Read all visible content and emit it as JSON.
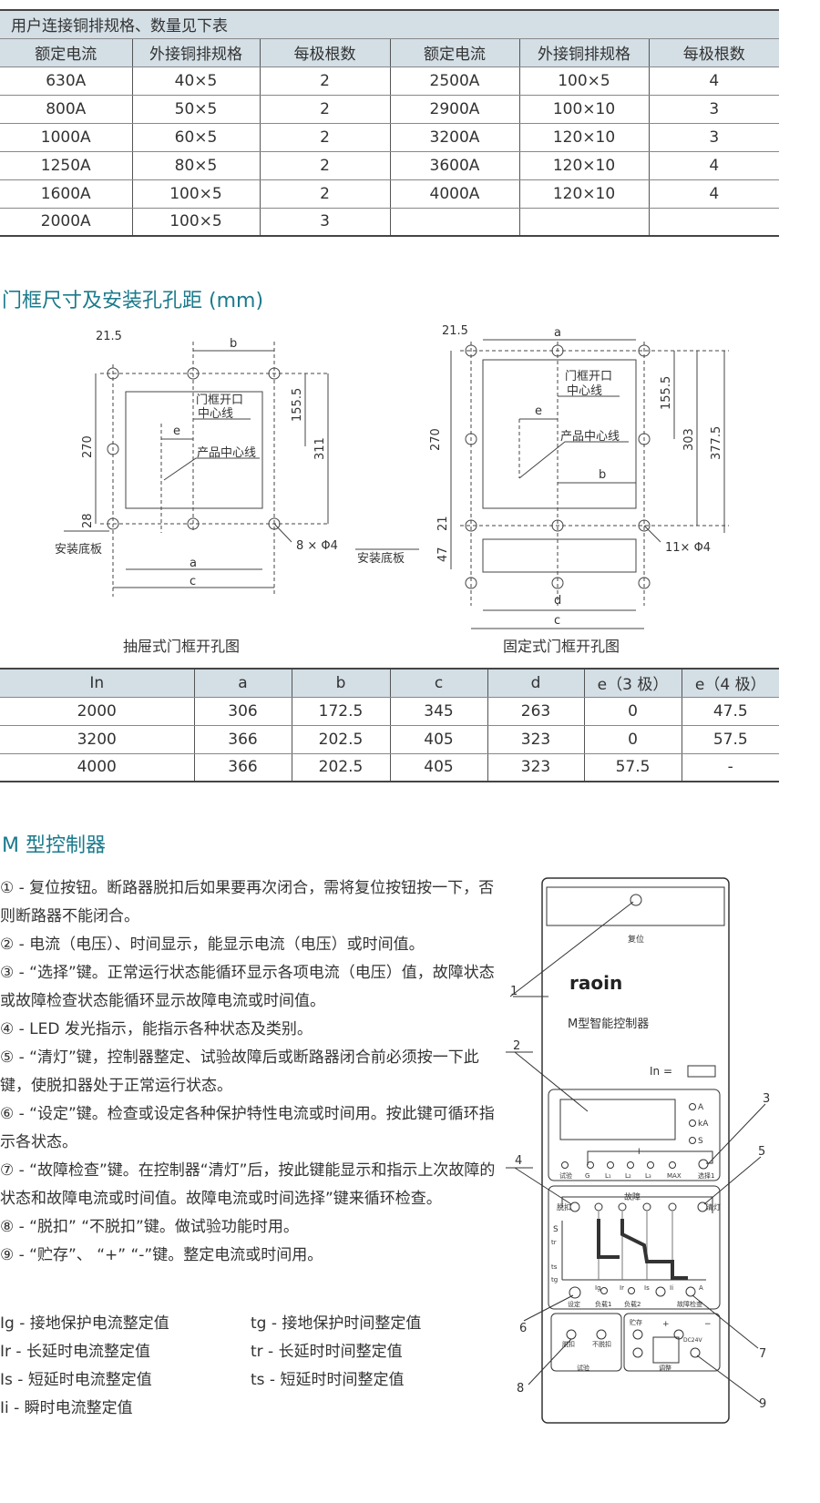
{
  "busbar_table": {
    "caption": "用户连接铜排规格、数量见下表",
    "headers": [
      "额定电流",
      "外接铜排规格",
      "每极根数",
      "额定电流",
      "外接铜排规格",
      "每极根数"
    ],
    "rows": [
      [
        "630A",
        "40×5",
        "2",
        "2500A",
        "100×5",
        "4"
      ],
      [
        "800A",
        "50×5",
        "2",
        "2900A",
        "100×10",
        "3"
      ],
      [
        "1000A",
        "60×5",
        "2",
        "3200A",
        "120×10",
        "3"
      ],
      [
        "1250A",
        "80×5",
        "2",
        "3600A",
        "120×10",
        "4"
      ],
      [
        "1600A",
        "100×5",
        "2",
        "4000A",
        "120×10",
        "4"
      ],
      [
        "2000A",
        "100×5",
        "3",
        "",
        "",
        ""
      ]
    ]
  },
  "door_section": {
    "title": "门框尺寸及安装孔孔距 (mm)",
    "left": {
      "caption": "抽屉式门框开孔图",
      "d1": "21.5",
      "b": "b",
      "center1": "门框开口",
      "center2": "中心线",
      "e": "e",
      "product": "产品中心线",
      "h270": "270",
      "h155": "155.5",
      "h311": "311",
      "h28": "28",
      "hole": "8 × Φ4",
      "base": "安装底板",
      "a": "a",
      "c": "c"
    },
    "right": {
      "caption": "固定式门框开孔图",
      "d1": "21.5",
      "a": "a",
      "center1": "门框开口",
      "center2": "中心线",
      "e": "e",
      "product": "产品中心线",
      "b": "b",
      "h270": "270",
      "h155": "155.5",
      "h303": "303",
      "h377": "377.5",
      "h21": "21",
      "h47": "47",
      "hole": "11× Φ4",
      "base": "安装底板",
      "d": "d",
      "c": "c"
    }
  },
  "dim_table": {
    "headers": [
      "In",
      "a",
      "b",
      "c",
      "d",
      "e（3 极）",
      "e（4 极）"
    ],
    "rows": [
      [
        "2000",
        "306",
        "172.5",
        "345",
        "263",
        "0",
        "47.5"
      ],
      [
        "3200",
        "366",
        "202.5",
        "405",
        "323",
        "0",
        "57.5"
      ],
      [
        "4000",
        "366",
        "202.5",
        "405",
        "323",
        "57.5",
        "-"
      ]
    ]
  },
  "controller": {
    "title": "M 型控制器",
    "items": [
      "① - 复位按钮。断路器脱扣后如果要再次闭合，需将复位按钮按一下，否则断路器不能闭合。",
      "② - 电流（电压）、时间显示，能显示电流（电压）或时间值。",
      "③ - “选择”键。正常运行状态能循环显示各项电流（电压）值，故障状态或故障检查状态能循环显示故障电流或时间值。",
      "④ - LED 发光指示，能指示各种状态及类别。",
      "⑤ - “清灯”键，控制器整定、试验故障后或断路器闭合前必须按一下此键，使脱扣器处于正常运行状态。",
      "⑥ - “设定”键。检查或设定各种保护特性电流或时间用。按此键可循环指示各状态。",
      "⑦ - “故障检查”键。在控制器“清灯”后，按此键能显示和指示上次故障的状态和故障电流或时间值。故障电流或时间选择”键来循环检查。",
      "⑧ - “脱扣” “不脱扣”键。做试验功能时用。",
      "⑨ - “贮存”、 “+” “-”键。整定电流或时间用。"
    ],
    "defs_left": [
      "Ig - 接地保护电流整定值",
      "Ir - 长延时电流整定值",
      "Is - 短延时电流整定值",
      "Ii - 瞬时电流整定值"
    ],
    "defs_right": [
      "tg - 接地保护时间整定值",
      "tr - 长延时时间整定值",
      "ts - 短延时时间整定值"
    ],
    "panel": {
      "reset": "复位",
      "brand": "raoin",
      "name": "M型智能控制器",
      "in_label": "In =",
      "unit_a": "A",
      "unit_ka": "kA",
      "unit_s": "S",
      "i_label": "I",
      "leds": [
        "试验",
        "G",
        "L₁",
        "L₂",
        "L₃",
        "MAX",
        "选择1"
      ],
      "fault": "故障",
      "trip": "脱扣",
      "clear": "清灯",
      "s_axis": "S",
      "tr": "tr",
      "ts": "ts",
      "tg": "tg",
      "xlabels": [
        "Ig",
        "Ir",
        "Is",
        "Ii",
        "A"
      ],
      "bottom": [
        "设定",
        "负载1",
        "负载2",
        "故障检查"
      ],
      "test_btns": [
        "脱扣",
        "不脱扣"
      ],
      "test_label": "试验",
      "store": "贮存",
      "plus": "+",
      "minus": "−",
      "dc": "DC24V",
      "adjust": "调整",
      "callouts": [
        "1",
        "2",
        "3",
        "4",
        "5",
        "6",
        "7",
        "8",
        "9"
      ]
    }
  }
}
